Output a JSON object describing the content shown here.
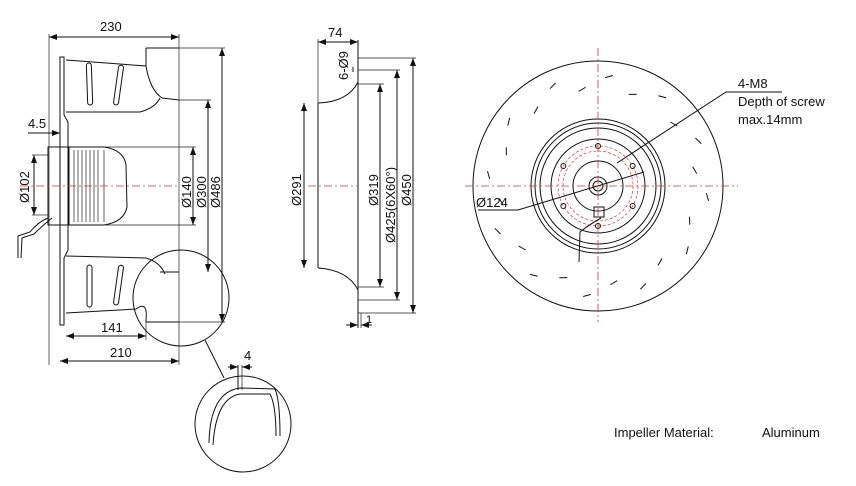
{
  "side_view": {
    "dims": {
      "length_230": "230",
      "flange_4_5": "4.5",
      "d102": "Ø102",
      "d140": "Ø140",
      "d300": "Ø300",
      "d486": "Ø486",
      "len_141": "141",
      "len_210": "210",
      "detail_4": "4"
    }
  },
  "inlet_ring_view": {
    "dims": {
      "depth_74": "74",
      "holes": "6-Ø9",
      "d291": "Ø291",
      "d319": "Ø319",
      "d425": "Ø425(6X60°)",
      "d450": "Ø450",
      "thick_1": "1"
    }
  },
  "front_view": {
    "screw_label": "4-M8",
    "screw_depth_1": "Depth of screw",
    "screw_depth_2": "max.14mm",
    "d124": "Ø124"
  },
  "material": {
    "label": "Impeller Material:",
    "value": "Aluminum"
  },
  "colors": {
    "line": "#111111",
    "centerline": "#dd3333"
  }
}
